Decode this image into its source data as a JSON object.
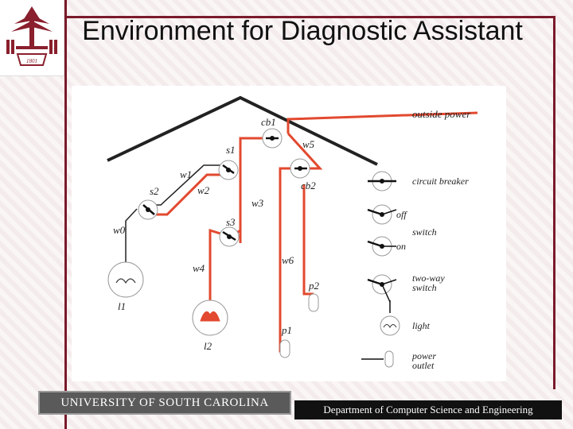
{
  "slide": {
    "title": "Environment for Diagnostic Assistant",
    "footer_left": "UNIVERSITY OF SOUTH CAROLINA",
    "footer_right": "Department of Computer Science and Engineering",
    "logo_year": "1801"
  },
  "diagram": {
    "labels": {
      "outside_power": "outside power",
      "cb1": "cb1",
      "cb2": "cb2",
      "s1": "s1",
      "s2": "s2",
      "s3": "s3",
      "w0": "w0",
      "w1": "w1",
      "w2": "w2",
      "w3": "w3",
      "w4": "w4",
      "w5": "w5",
      "w6": "w6",
      "l1": "l1",
      "l2": "l2",
      "p1": "p1",
      "p2": "p2"
    },
    "legend": {
      "circuit_breaker": "circuit breaker",
      "off": "off",
      "switch": "switch",
      "on": "on",
      "two_way_line1": "two-way",
      "two_way_line2": "switch",
      "light": "light",
      "power_line1": "power",
      "power_line2": "outlet"
    }
  },
  "colors": {
    "wire_red": "#e2492f",
    "roof": "#222222",
    "frame": "#7a1a2a"
  }
}
